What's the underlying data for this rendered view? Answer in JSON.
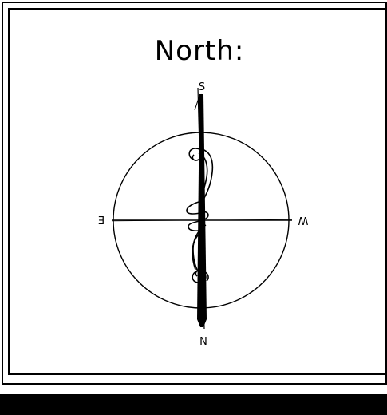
{
  "title": "North:",
  "compass": {
    "labels": {
      "top": "S",
      "bottom": "N",
      "left": "E",
      "right": "W"
    },
    "icons": {
      "needle": "magnetic-needle-icon",
      "thread": "suspension-thread-icon"
    }
  }
}
